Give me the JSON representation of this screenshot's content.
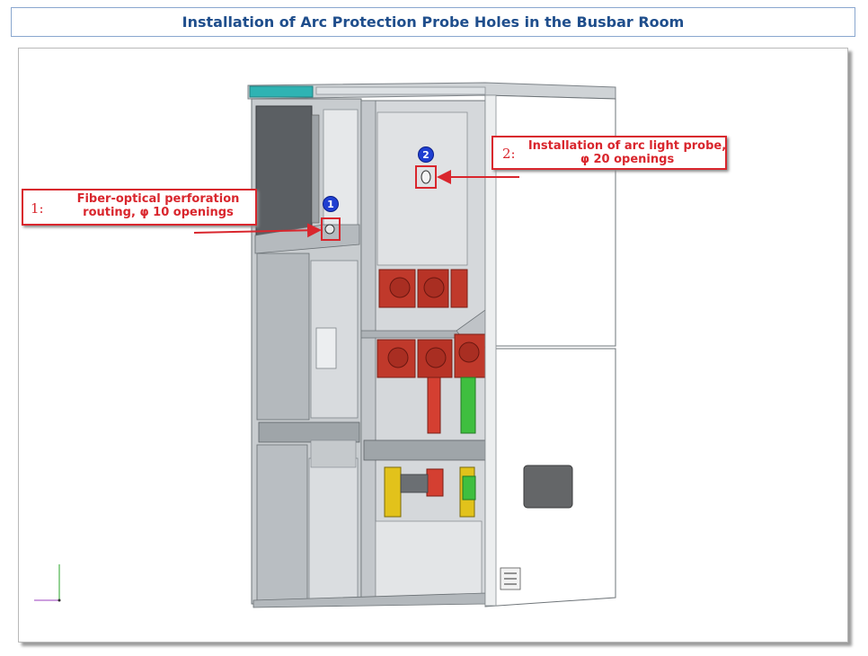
{
  "title": "Installation of Arc Protection Probe Holes in the Busbar Room",
  "callouts": [
    {
      "number": "1:",
      "text": "Fiber-optical perforation routing, φ 10 openings"
    },
    {
      "number": "2:",
      "text": "Installation of arc light probe, φ 20 openings"
    }
  ],
  "markers": [
    "1",
    "2"
  ],
  "colors": {
    "title": "#1f4e8c",
    "callout": "#d9262d",
    "marker": "#1f3fd1",
    "busbar_red": "#c0392b",
    "busbar_green": "#3fbf3f",
    "lid_teal": "#2fb3b3"
  }
}
